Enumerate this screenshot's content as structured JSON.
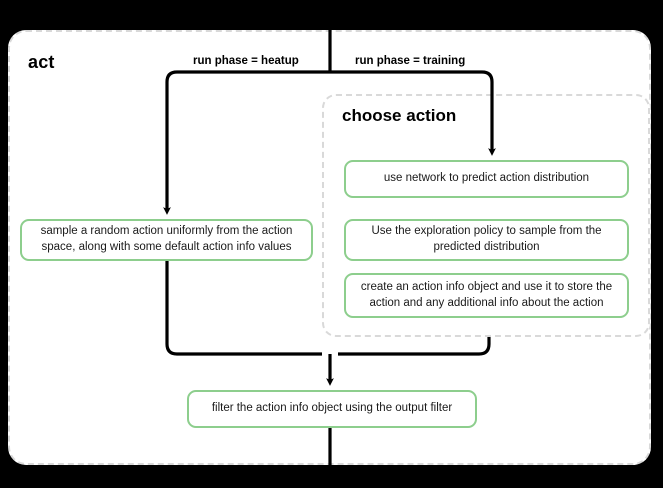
{
  "diagram": {
    "title": "act",
    "subgraph_title": "choose action",
    "edge_labels": {
      "left_branch": "run phase = heatup",
      "right_branch": "run phase = training"
    },
    "nodes": {
      "heatup_sample": "sample a random action uniformly from the action space, along with some default action info values",
      "predict_distribution": "use network to predict action distribution",
      "exploration_policy": "Use the exploration policy to sample from the predicted distribution",
      "action_info_object": "create an action info object and use it to store the action and any additional info about the action",
      "output_filter": "filter the action info object using the output filter"
    },
    "colors": {
      "node_border": "#8dce8d",
      "container_border": "#d9d9d9",
      "edge": "#000000",
      "panel_background": "#ffffff",
      "page_background": "#000000"
    }
  }
}
